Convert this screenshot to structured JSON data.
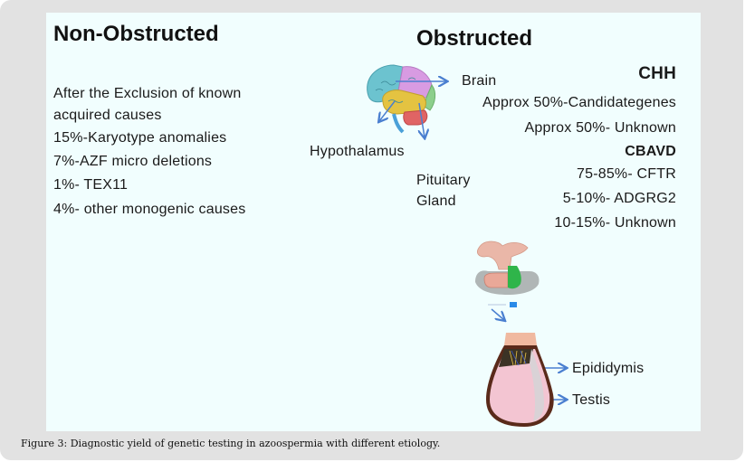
{
  "non_obstructed": {
    "title": "Non-Obstructed",
    "lines": [
      "After the Exclusion of known",
      "acquired causes",
      "15%-Karyotype anomalies",
      "7%-AZF micro deletions",
      "1%- TEX11",
      "4%- other monogenic causes"
    ]
  },
  "obstructed": {
    "title": "Obstructed",
    "chh": {
      "heading": "CHH",
      "lines": [
        "Approx 50%-Candidategenes",
        "Approx 50%- Unknown"
      ]
    },
    "cbavd": {
      "heading": "CBAVD",
      "lines": [
        "75-85%- CFTR",
        "5-10%- ADGRG2",
        "10-15%- Unknown"
      ]
    }
  },
  "anatomy_labels": {
    "brain": "Brain",
    "hypothalamus": "Hypothalamus",
    "pituitary_line1": "Pituitary",
    "pituitary_line2": "Gland",
    "epididymis": "Epididymis",
    "testis": "Testis"
  },
  "caption": "Figure 3: Diagnostic yield of genetic testing in azoospermia with different etiology.",
  "colors": {
    "arrow": "#4a7fd0",
    "panel_bg": "#f1fefe",
    "frame_bg": "#e2e2e2"
  }
}
